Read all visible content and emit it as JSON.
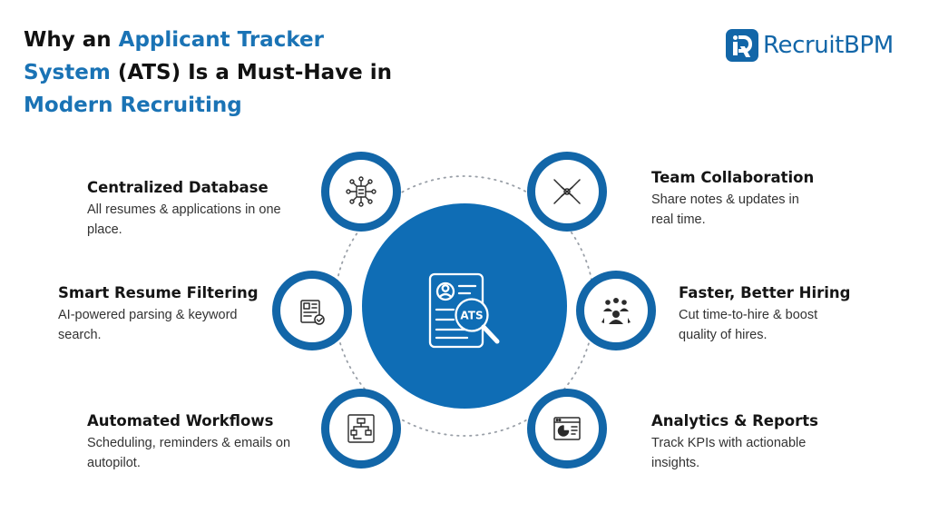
{
  "title": {
    "part1": "Why an ",
    "part2": "Applicant Tracker System",
    "part3": " (ATS) Is a Must-Have in ",
    "part4": "Modern Recruiting"
  },
  "logo": {
    "text": "RecruitBPM"
  },
  "center": {
    "label": "ATS"
  },
  "colors": {
    "accent": "#1a73b5",
    "ring": "#1266a8",
    "center": "#0f6db5"
  },
  "items": [
    {
      "title": "Centralized Database",
      "desc": "All resumes & applications in one place.",
      "icon": "database-network-icon"
    },
    {
      "title": "Smart Resume Filtering",
      "desc": "AI-powered parsing & keyword search.",
      "icon": "resume-check-icon"
    },
    {
      "title": "Automated Workflows",
      "desc": "Scheduling, reminders & emails on autopilot.",
      "icon": "workflow-icon"
    },
    {
      "title": "Team Collaboration",
      "desc": "Share notes & updates in real time.",
      "icon": "handshake-icon"
    },
    {
      "title": "Faster, Better Hiring",
      "desc": "Cut time-to-hire & boost quality of hires.",
      "icon": "team-hiring-icon"
    },
    {
      "title": "Analytics & Reports",
      "desc": "Track KPIs with actionable insights.",
      "icon": "analytics-dashboard-icon"
    }
  ]
}
